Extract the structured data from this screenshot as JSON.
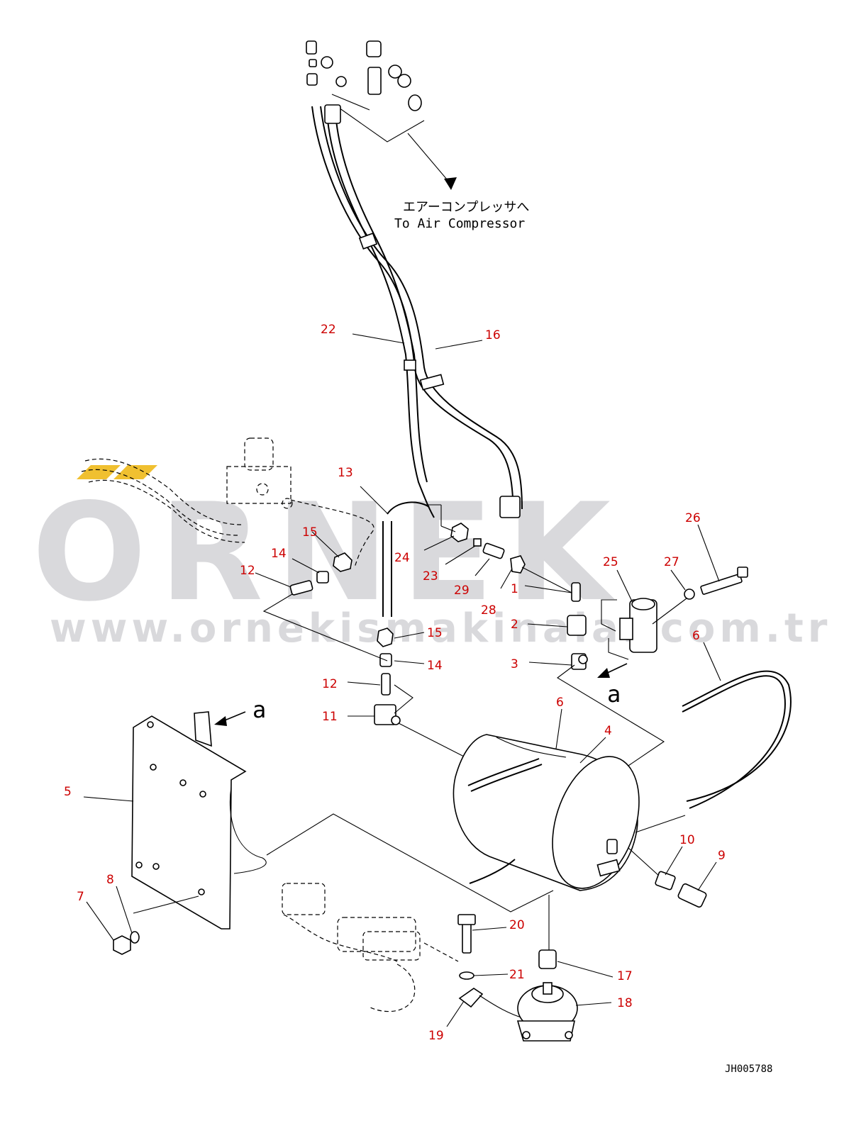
{
  "watermark": {
    "brand": "ORNEK",
    "url": "www.ornekismakinalar.com.tr"
  },
  "annotation": {
    "japanese": "エアーコンプレッサへ",
    "english": "To Air Compressor"
  },
  "view_marker": "a",
  "drawing_code": "JH005788",
  "callouts": [
    {
      "label": "1"
    },
    {
      "label": "2"
    },
    {
      "label": "3"
    },
    {
      "label": "4"
    },
    {
      "label": "5"
    },
    {
      "label": "6"
    },
    {
      "label": "6"
    },
    {
      "label": "7"
    },
    {
      "label": "8"
    },
    {
      "label": "9"
    },
    {
      "label": "10"
    },
    {
      "label": "11"
    },
    {
      "label": "12"
    },
    {
      "label": "12"
    },
    {
      "label": "13"
    },
    {
      "label": "14"
    },
    {
      "label": "14"
    },
    {
      "label": "15"
    },
    {
      "label": "15"
    },
    {
      "label": "16"
    },
    {
      "label": "17"
    },
    {
      "label": "18"
    },
    {
      "label": "19"
    },
    {
      "label": "20"
    },
    {
      "label": "21"
    },
    {
      "label": "22"
    },
    {
      "label": "23"
    },
    {
      "label": "24"
    },
    {
      "label": "25"
    },
    {
      "label": "26"
    },
    {
      "label": "27"
    },
    {
      "label": "28"
    },
    {
      "label": "29"
    }
  ],
  "colors": {
    "callout": "#cc0000",
    "watermark": "#d9d9dc",
    "watermark_accent": "#f0c030",
    "line": "#000000"
  }
}
